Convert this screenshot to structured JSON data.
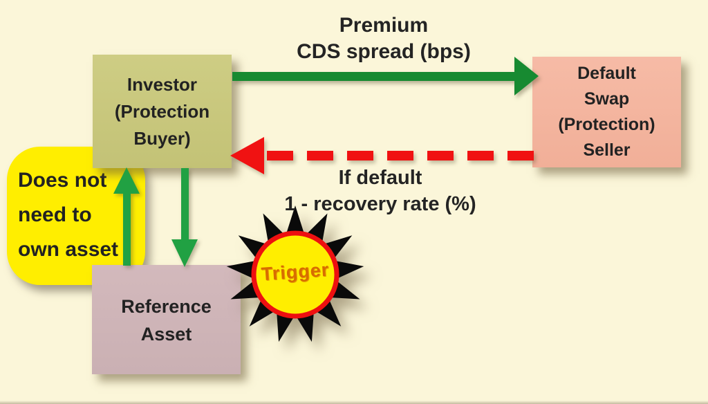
{
  "canvas": {
    "background_color": "#fbf6d9",
    "text_color": "#242424"
  },
  "boxes": {
    "investor": {
      "label": "Investor\n(Protection\nBuyer)",
      "fill": "#c9c87f"
    },
    "seller": {
      "label": "Default\nSwap\n(Protection)\nSeller",
      "fill": "#f4b5a0"
    },
    "reference": {
      "label": "Reference\nAsset",
      "fill": "#cfb4b7"
    },
    "note": {
      "label": "Does not\nneed to\nown asset",
      "fill": "#ffee00"
    }
  },
  "arrows": {
    "premium": {
      "label": "Premium\nCDS spread (bps)",
      "color": "#178a31",
      "style": "solid",
      "from": "investor",
      "to": "seller"
    },
    "payout": {
      "label": "If default\n1 - recovery rate (%)",
      "color": "#f01212",
      "style": "dashed",
      "from": "seller",
      "to": "investor"
    },
    "asset_up": {
      "color": "#21a143",
      "style": "solid",
      "from": "reference",
      "to": "investor"
    },
    "asset_down": {
      "color": "#21a143",
      "style": "solid",
      "from": "investor",
      "to": "reference"
    }
  },
  "trigger": {
    "label": "Trigger",
    "label_color": "#d86c00",
    "circle_fill": "#ffee00",
    "ring_color": "#ee1010",
    "spike_color": "#0a0a0a"
  }
}
